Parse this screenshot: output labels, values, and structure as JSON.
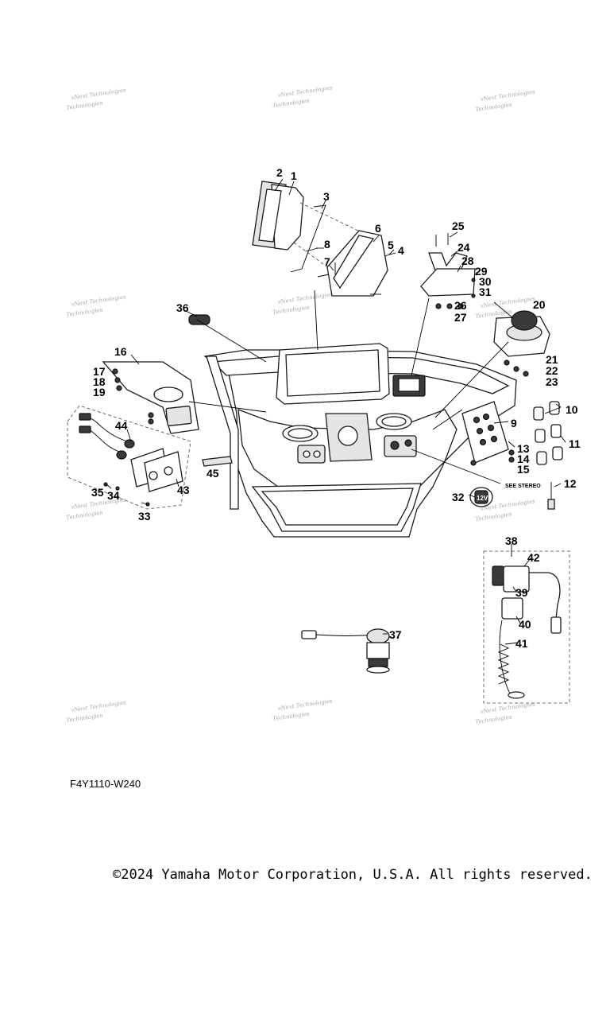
{
  "diagram": {
    "code": "F4Y1110-W240",
    "copyright": "©2024 Yamaha Motor Corporation, U.S.A. All rights reserved.",
    "see_stereo_note": "SEE STEREO",
    "usb_label": "12V",
    "watermark_lines": [
      "vNext Technologies",
      "Technologies"
    ],
    "callouts": [
      "1",
      "2",
      "3",
      "4",
      "5",
      "6",
      "7",
      "8",
      "9",
      "10",
      "11",
      "12",
      "13",
      "14",
      "15",
      "16",
      "17",
      "18",
      "19",
      "20",
      "21",
      "22",
      "23",
      "24",
      "25",
      "26",
      "27",
      "28",
      "29",
      "30",
      "31",
      "32",
      "33",
      "34",
      "35",
      "36",
      "37",
      "38",
      "39",
      "40",
      "41",
      "42",
      "43",
      "44",
      "45"
    ]
  }
}
